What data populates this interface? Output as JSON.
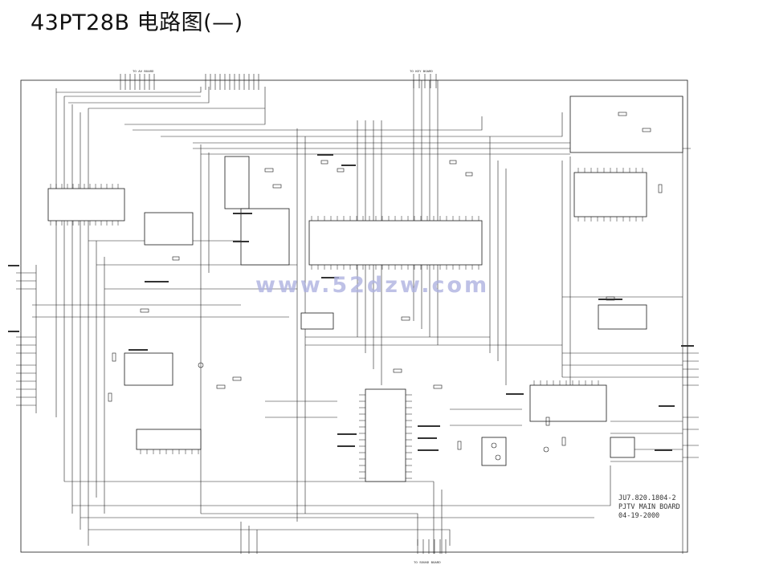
{
  "page": {
    "title": "43PT28B 电路图(—)"
  },
  "watermark": {
    "text": "www.52dzw.com",
    "color": "#aeb2e0"
  },
  "title_block": {
    "line1": "JU7.820.1804-2",
    "line2": "PJTV MAIN BOARD",
    "line3": "04-19-2000"
  },
  "connectors": {
    "top_left": "TO AV BOARD",
    "top_right": "TO KEY BOARD",
    "bottom": "TO SOUND BOARD"
  },
  "colors": {
    "ink": "#1a1a1a",
    "paper": "#ffffff"
  }
}
